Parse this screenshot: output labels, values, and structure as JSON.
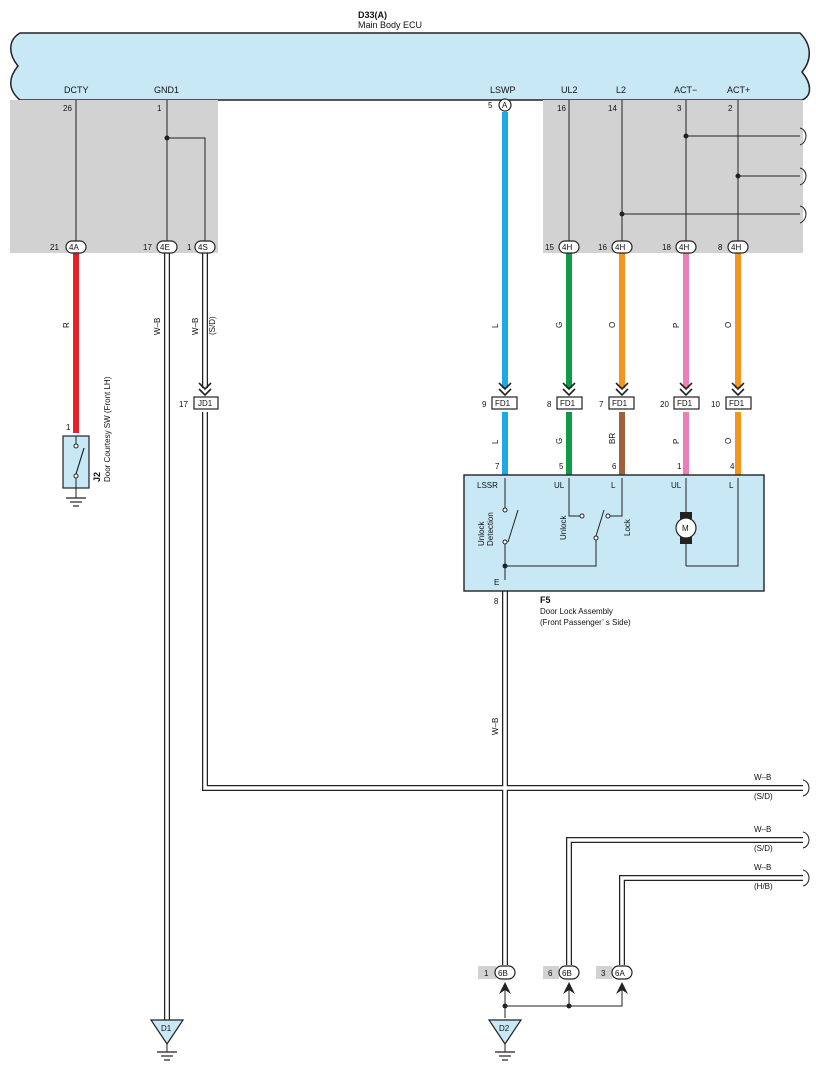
{
  "ecu": {
    "id": "D33(A)",
    "name": "Main Body ECU",
    "pins": [
      {
        "name": "DCTY",
        "num": "26"
      },
      {
        "name": "GND1",
        "num": "1"
      },
      {
        "name": "LSWP",
        "num": "5",
        "conn": "A"
      },
      {
        "name": "UL2",
        "num": "16"
      },
      {
        "name": "L2",
        "num": "14"
      },
      {
        "name": "ACT−",
        "num": "3"
      },
      {
        "name": "ACT+",
        "num": "2"
      }
    ]
  },
  "junctions_top": [
    {
      "pin": "21",
      "conn": "4A"
    },
    {
      "pin": "17",
      "conn": "4E"
    },
    {
      "pin": "1",
      "conn": "4S"
    },
    {
      "pin": "15",
      "conn": "4H"
    },
    {
      "pin": "16",
      "conn": "4H"
    },
    {
      "pin": "18",
      "conn": "4H"
    },
    {
      "pin": "8",
      "conn": "4H"
    }
  ],
  "wires": [
    {
      "color_code": "R",
      "hex": "#e8202a"
    },
    {
      "color_code": "W–B",
      "hex": "#ffffff"
    },
    {
      "color_code": "W–B",
      "sub": "(S/D)",
      "hex": "#ffffff"
    },
    {
      "color_code": "L",
      "hex": "#1fa8e6"
    },
    {
      "color_code": "G",
      "hex": "#0f9a4a"
    },
    {
      "color_code": "O",
      "hex": "#f4961e"
    },
    {
      "color_code": "P",
      "hex": "#ec7fb8"
    },
    {
      "color_code": "O",
      "hex": "#f4961e"
    }
  ],
  "lower_wires": [
    {
      "color_code": "L",
      "hex": "#1fa8e6"
    },
    {
      "color_code": "G",
      "hex": "#0f9a4a"
    },
    {
      "color_code": "BR",
      "hex": "#a0603a"
    },
    {
      "color_code": "P",
      "hex": "#ec7fb8"
    },
    {
      "color_code": "O",
      "hex": "#f4961e"
    }
  ],
  "fd1_connectors": [
    {
      "pin": "17",
      "conn": "JD1"
    },
    {
      "pin": "9",
      "conn": "FD1"
    },
    {
      "pin": "8",
      "conn": "FD1"
    },
    {
      "pin": "7",
      "conn": "FD1"
    },
    {
      "pin": "20",
      "conn": "FD1"
    },
    {
      "pin": "10",
      "conn": "FD1"
    }
  ],
  "door_courtesy": {
    "id": "J2",
    "name": "Door Courtesy SW (Front LH)",
    "pin": "1"
  },
  "door_lock": {
    "id": "F5",
    "name": "Door Lock Assembly",
    "name2": "(Front Passenger’ s Side)",
    "pins": [
      {
        "num": "7",
        "label": "LSSR"
      },
      {
        "num": "5",
        "label": "UL"
      },
      {
        "num": "6",
        "label": "L"
      },
      {
        "num": "1",
        "label": "UL"
      },
      {
        "num": "4",
        "label": "L"
      }
    ],
    "ground_pin": "8",
    "ground_label": "E",
    "labels": {
      "unlock_detection_1": "Unlock",
      "unlock_detection_2": "Detection",
      "unlock": "Unlock",
      "lock": "Lock",
      "motor": "M"
    }
  },
  "ground_wire": {
    "color_code": "W–B"
  },
  "right_exits": [
    {
      "color_code": "W–B",
      "sub": "(S/D)"
    },
    {
      "color_code": "W–B",
      "sub": "(S/D)"
    },
    {
      "color_code": "W–B",
      "sub": "(H/B)"
    }
  ],
  "bottom_connectors": [
    {
      "pin": "1",
      "conn": "6B"
    },
    {
      "pin": "6",
      "conn": "6B"
    },
    {
      "pin": "3",
      "conn": "6A"
    }
  ],
  "grounds": [
    "D1",
    "D2"
  ]
}
